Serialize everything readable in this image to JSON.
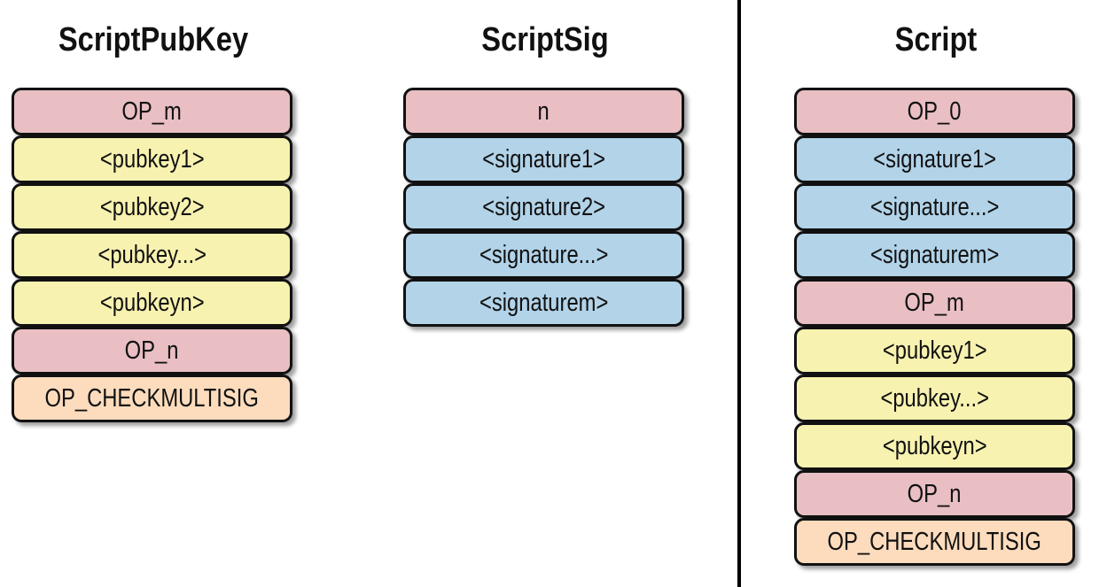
{
  "colors": {
    "op": "#e9bfc3",
    "pubkey": "#f8f2b0",
    "signature": "#b2d3e8",
    "checkmultisig": "#fcdcbd"
  },
  "columns": [
    {
      "title": "ScriptPubKey",
      "cells": [
        {
          "label": "OP_m",
          "kind": "op"
        },
        {
          "label": "<pubkey1>",
          "kind": "pubkey"
        },
        {
          "label": "<pubkey2>",
          "kind": "pubkey"
        },
        {
          "label": "<pubkey...>",
          "kind": "pubkey"
        },
        {
          "label": "<pubkeyn>",
          "kind": "pubkey"
        },
        {
          "label": "OP_n",
          "kind": "op"
        },
        {
          "label": "OP_CHECKMULTISIG",
          "kind": "checkmultisig"
        }
      ]
    },
    {
      "title": "ScriptSig",
      "cells": [
        {
          "label": "n",
          "kind": "op"
        },
        {
          "label": "<signature1>",
          "kind": "signature"
        },
        {
          "label": "<signature2>",
          "kind": "signature"
        },
        {
          "label": "<signature...>",
          "kind": "signature"
        },
        {
          "label": "<signaturem>",
          "kind": "signature"
        }
      ]
    },
    {
      "title": "Script",
      "cells": [
        {
          "label": "OP_0",
          "kind": "op"
        },
        {
          "label": "<signature1>",
          "kind": "signature"
        },
        {
          "label": "<signature...>",
          "kind": "signature"
        },
        {
          "label": "<signaturem>",
          "kind": "signature"
        },
        {
          "label": "OP_m",
          "kind": "op"
        },
        {
          "label": "<pubkey1>",
          "kind": "pubkey"
        },
        {
          "label": "<pubkey...>",
          "kind": "pubkey"
        },
        {
          "label": "<pubkeyn>",
          "kind": "pubkey"
        },
        {
          "label": "OP_n",
          "kind": "op"
        },
        {
          "label": "OP_CHECKMULTISIG",
          "kind": "checkmultisig"
        }
      ]
    }
  ]
}
